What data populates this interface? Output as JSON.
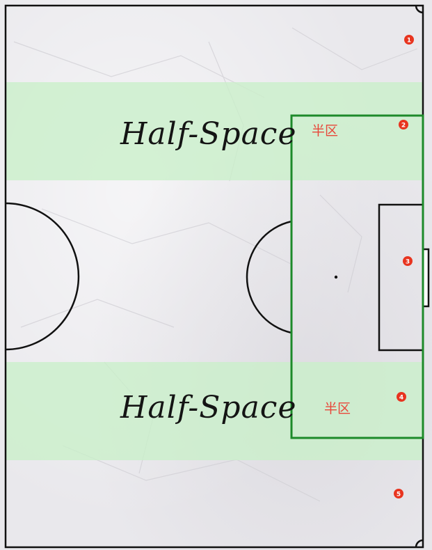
{
  "colors": {
    "paper": "#e9e8ec",
    "pitch_line": "#111111",
    "half_space_band": "#c9efc9",
    "half_space_box": "#1d8a2a",
    "marker": "#e8341f",
    "annotation_text": "#e8473a"
  },
  "half_spaces": [
    {
      "label": "Half-Space",
      "annotation": "半区"
    },
    {
      "label": "Half-Space",
      "annotation": "半区"
    }
  ],
  "lane_markers": [
    "1",
    "2",
    "3",
    "4",
    "5"
  ]
}
